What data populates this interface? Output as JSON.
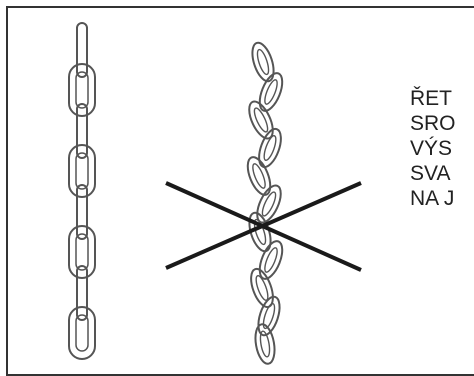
{
  "diagram": {
    "caption_lines": [
      "ŘET",
      "SRO",
      "VÝS",
      "SVA",
      "NA J"
    ],
    "colors": {
      "frame": "#333333",
      "link_stroke": "#555555",
      "cross": "#1a1a1a",
      "text": "#222222"
    },
    "icons": [
      "correct-chain-icon",
      "twisted-chain-icon",
      "cross-mark-icon"
    ]
  }
}
